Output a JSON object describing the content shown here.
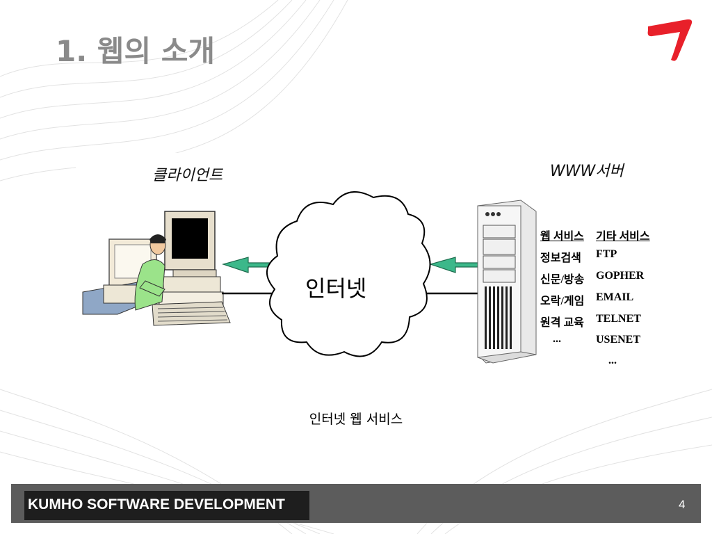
{
  "slide": {
    "title": "1. 웹의 소개",
    "caption": "인터넷 웹 서비스"
  },
  "figure": {
    "client_label": "클라이언트",
    "server_label": "WWW서버",
    "cloud_label": "인터넷",
    "web_services": {
      "header": "웹 서비스",
      "items": [
        "정보검색",
        "신문/방송",
        "오락/게임",
        "원격 교육",
        "..."
      ]
    },
    "other_services": {
      "header": "기타 서비스",
      "items": [
        "FTP",
        "GOPHER",
        "EMAIL",
        "TELNET",
        "USENET",
        "..."
      ]
    }
  },
  "footer": {
    "brand": "KUMHO SOFTWARE DEVELOPMENT",
    "page_number": "4"
  },
  "colors": {
    "logo_red": "#e8202a",
    "arrow_green": "#3cb88a",
    "footer_bar": "#5c5c5c",
    "footer_box": "#1e1e1e",
    "title_gray": "#8a8a8a"
  }
}
